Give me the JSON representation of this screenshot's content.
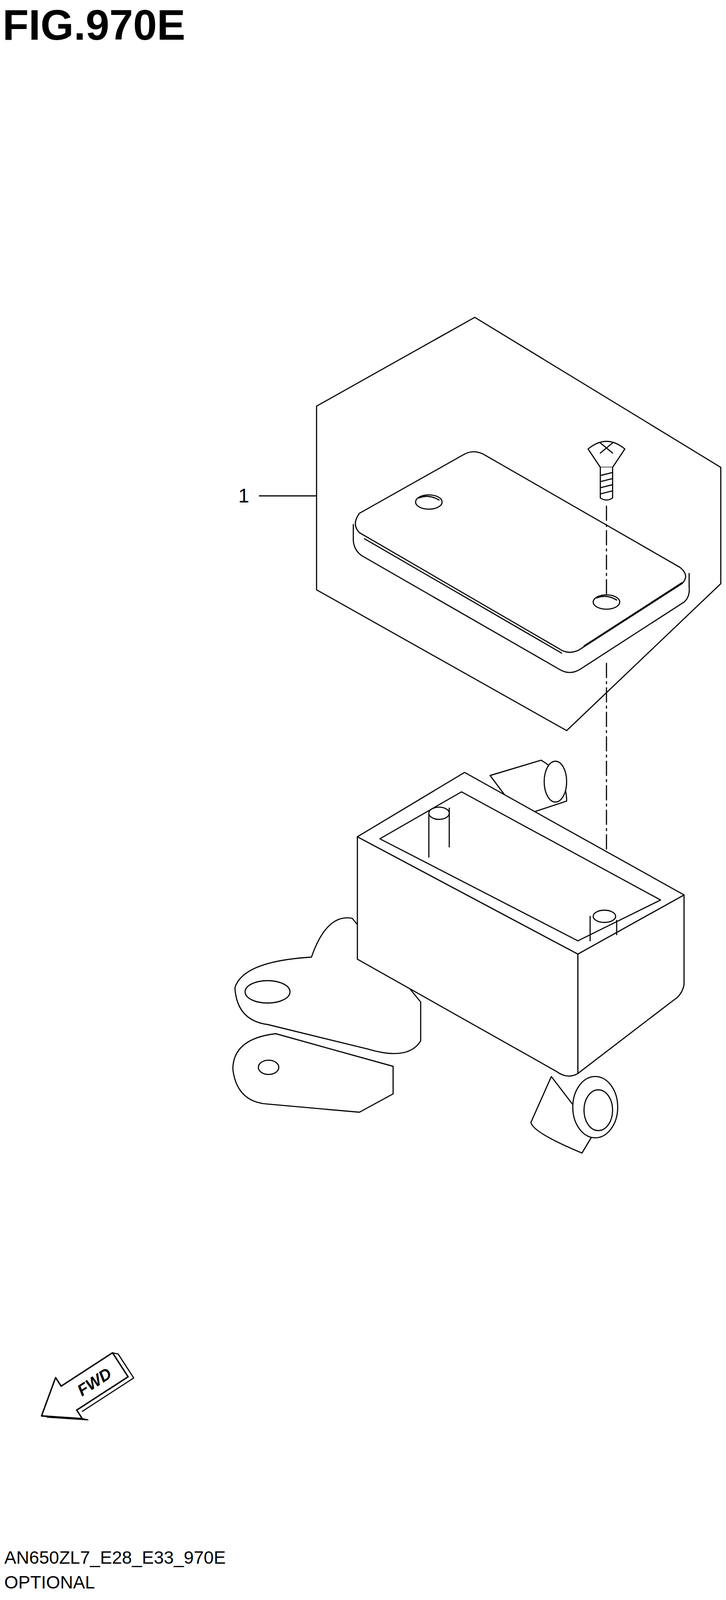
{
  "diagram": {
    "title": "FIG.970E",
    "labels": [
      "1",
      "FWD",
      "AN650ZL7_E28_E33_970E",
      "OPTIONAL"
    ]
  }
}
